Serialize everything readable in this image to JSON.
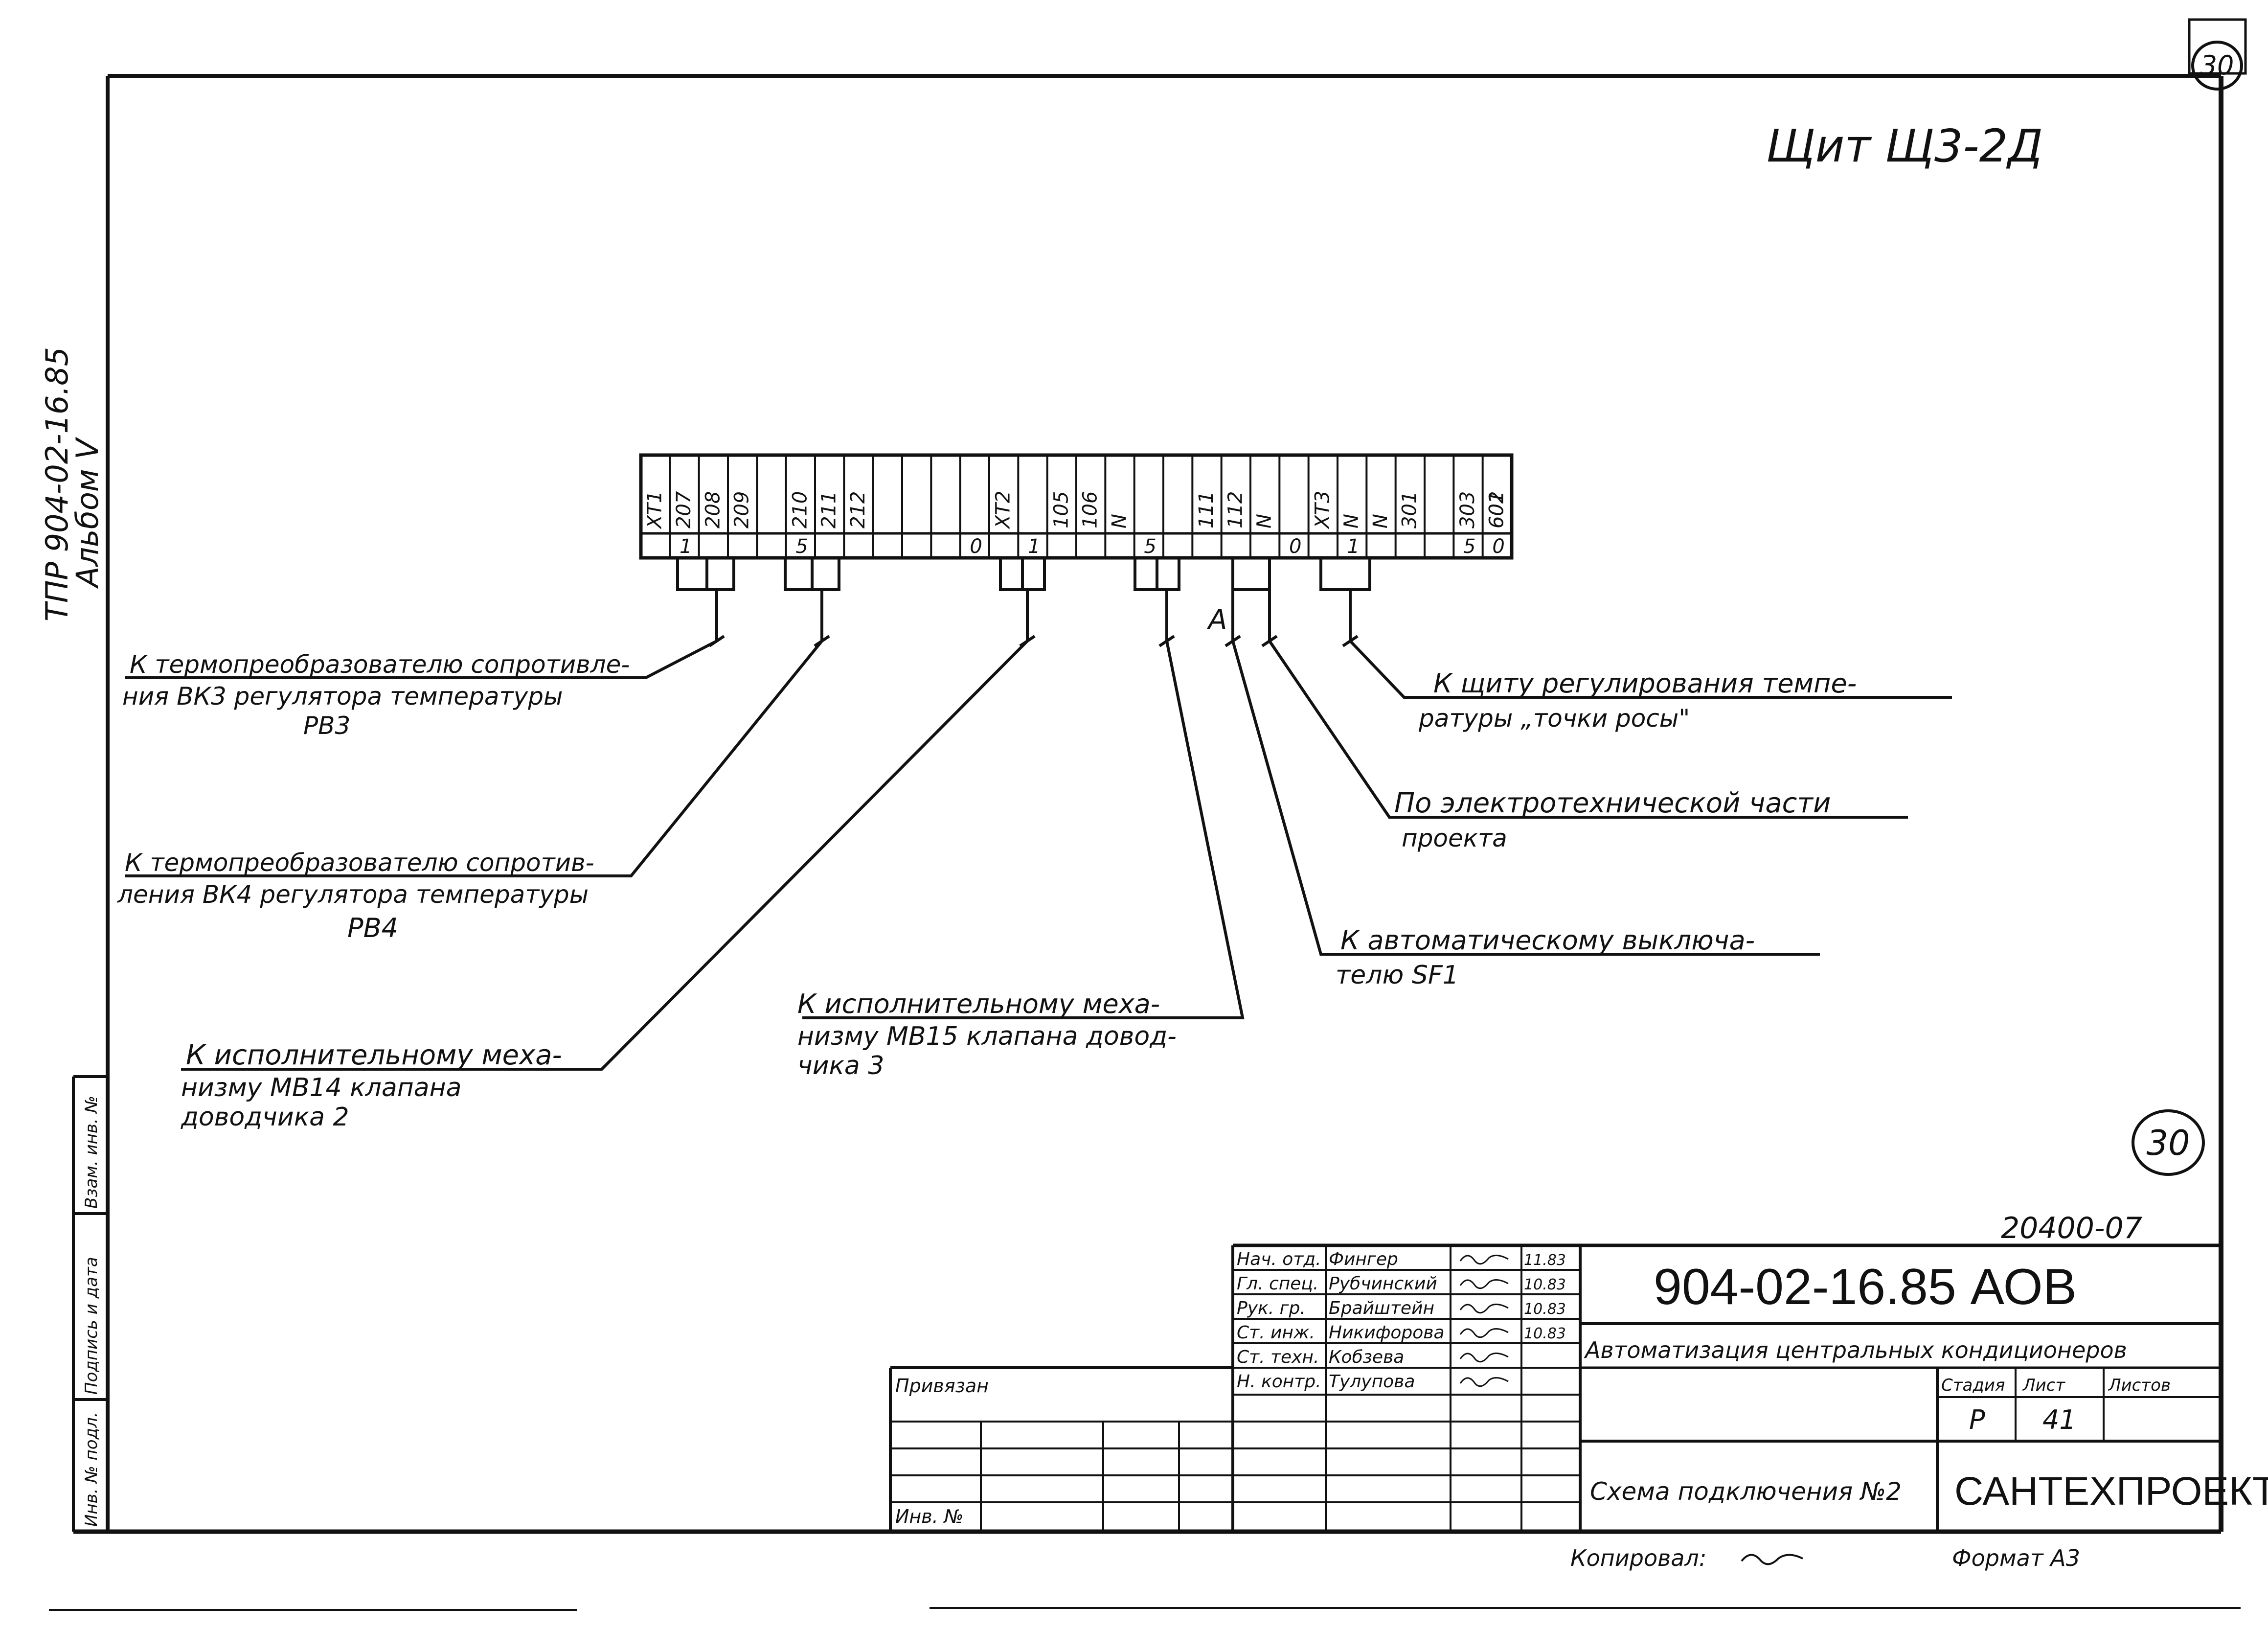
{
  "sheet": {
    "corner_number": "30",
    "circled_number": "30",
    "side_code": "ТПР 904-02-16.85",
    "side_album": "Альбом V",
    "panel_title": "Щит   Щ3-2Д",
    "copied_by": "Копировал:",
    "format": "Формат А3",
    "ink_color": "#111111",
    "paper_color": "#ffffff"
  },
  "terminal_block": {
    "top_labels": [
      "ХТ1",
      "207",
      "208",
      "209",
      "210",
      "211",
      "212",
      "ХТ2",
      "105",
      "106",
      "N",
      "111",
      "112",
      "N",
      "ХТ3",
      "N",
      "N",
      "301",
      "303",
      "601",
      "602"
    ],
    "bottom_labels": [
      "1",
      "5",
      "0",
      "1",
      "5",
      "0",
      "1",
      "5",
      "0"
    ],
    "node_label": "А"
  },
  "callouts": {
    "bk3": [
      "К термопреобразователю сопротивле-",
      "ния ВК3 регулятора температуры",
      "РВ3"
    ],
    "bk4": [
      "К термопреобразователю сопротив-",
      "ления ВК4 регулятора температуры",
      "РВ4"
    ],
    "mv14": [
      "К исполнительному меха-",
      "низму МВ14 клапана",
      "доводчика     2"
    ],
    "mv15": [
      "К исполнительному меха-",
      "низму МВ15 клапана довод-",
      "чика      3"
    ],
    "shield": [
      "К щиту регулирования темпе-",
      "ратуры „точки росы\""
    ],
    "electro": [
      "По электротехнической части",
      "проекта"
    ],
    "sf1": [
      "К автоматическому выключа-",
      "телю SF1"
    ]
  },
  "left_strip": {
    "labels": [
      "Взам. инв. №",
      "Подпись и дата",
      "Инв. № подл."
    ]
  },
  "title_block": {
    "inv_number": "20400-07",
    "document_code": "904-02-16.85  АОВ",
    "project_title": "Автоматизация центральных кондиционеров",
    "sheet_title": "Схема подключения №2",
    "organization": "САНТЕХПРОЕКТ",
    "linked": "Привязан",
    "inv_no": "Инв. №",
    "roles": [
      {
        "role": "Нач. отд.",
        "name": "Фингер",
        "date": "11.83"
      },
      {
        "role": "Гл. спец.",
        "name": "Рубчинский",
        "date": "10.83"
      },
      {
        "role": "Рук. гр.",
        "name": "Брайштейн",
        "date": "10.83"
      },
      {
        "role": "Ст. инж.",
        "name": "Никифорова",
        "date": "10.83"
      },
      {
        "role": "Ст. техн.",
        "name": "Кобзева",
        "date": ""
      },
      {
        "role": "Н. контр.",
        "name": "Тулупова",
        "date": ""
      }
    ],
    "stage_header": "Стадия",
    "sheet_header": "Лист",
    "sheets_header": "Листов",
    "stage": "Р",
    "sheet": "41"
  }
}
